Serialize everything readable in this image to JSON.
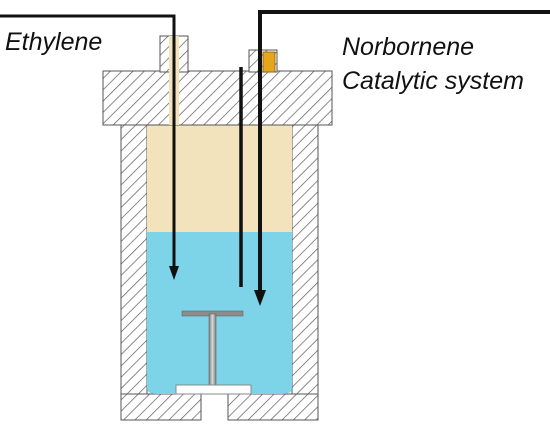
{
  "labels": {
    "ethylene": "Ethylene",
    "norbornene": "Norbornene",
    "catalytic_system": "Catalytic system"
  },
  "colors": {
    "gas_phase": "#F3E3BD",
    "liquid_phase": "#7DD3E8",
    "wall_hatch": "#555555",
    "feed_lines": "#111111",
    "port_plug": "#E7A51E",
    "stirrer": "#9A9A9A"
  }
}
